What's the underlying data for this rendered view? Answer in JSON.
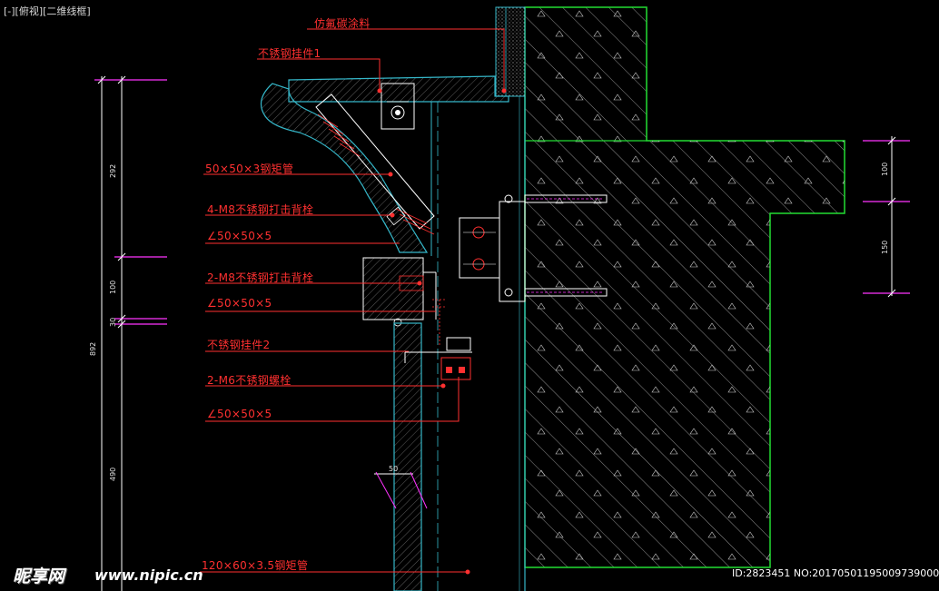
{
  "view_label": "[-][俯视][二维线框]",
  "callouts": {
    "fluorocarbon": "仿氟碳涂料",
    "hanger1": "不锈钢挂件1",
    "tube50": "50×50×3钢矩管",
    "bolt4m8": "4-M8不锈钢打击背栓",
    "angle1": "∠50×50×5",
    "bolt2m8": "2-M8不锈钢打击背栓",
    "angle2": "∠50×50×5",
    "hanger2": "不锈钢挂件2",
    "bolt2m6": "2-M6不锈钢螺栓",
    "angle3": "∠50×50×5",
    "tube120": "120×60×3.5钢矩管"
  },
  "dimensions": {
    "left_chain": [
      "292",
      "100",
      "30",
      "490"
    ],
    "left_total": "892",
    "right_chain": [
      "100",
      "150"
    ],
    "offset": "50"
  },
  "watermark": {
    "logo": "昵享网",
    "url": "www.nipic.cn",
    "id_text": "ID:2823451 NO:20170501195009739000"
  },
  "colors": {
    "background": "#000000",
    "callout": "#ff3030",
    "outline": "#22dd33",
    "panel": "#35b7c9",
    "dimension": "#ff33ff",
    "hatch": "#d0d0d0"
  }
}
